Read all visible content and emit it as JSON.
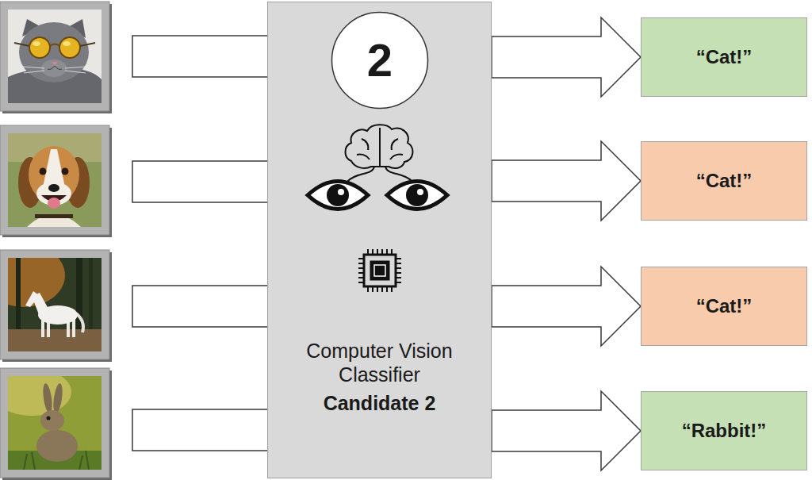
{
  "diagram": {
    "nodes": [
      {
        "text": [
          "Computer Vision Classifier",
          "Candidate 2"
        ]
      },
      {
        "text": [
          "2"
        ],
        "in": 0
      },
      {
        "text": [
          "“Cat!”"
        ]
      },
      {
        "text": [
          "“Cat!”"
        ]
      },
      {
        "text": [
          "“Cat!”"
        ]
      },
      {
        "text": [
          "“Rabbit!”"
        ]
      }
    ],
    "edges": [
      {
        "from": 0,
        "to": 2,
        "arrow": "to"
      },
      {
        "from": 0,
        "to": 3,
        "arrow": "to"
      },
      {
        "from": 0,
        "to": 4,
        "arrow": "to"
      },
      {
        "from": 0,
        "to": 5,
        "arrow": "to"
      }
    ]
  }
}
